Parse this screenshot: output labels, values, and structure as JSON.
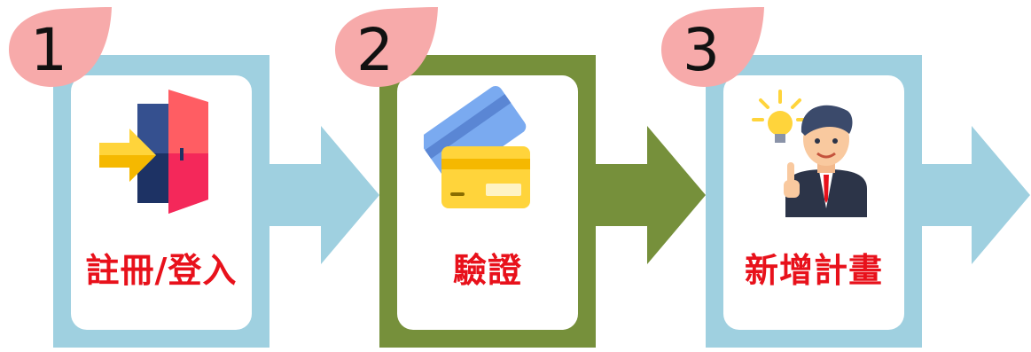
{
  "colors": {
    "frame_blue": "#9fd0e0",
    "frame_green": "#76903b",
    "badge_pink": "#f7aaaa",
    "label_red": "#e8111b",
    "arrow_blue": "#9fd0e0",
    "arrow_green": "#76903b"
  },
  "steps": [
    {
      "number": "1",
      "label": "註冊/登入",
      "icon": "door-enter-icon",
      "frame": "blue"
    },
    {
      "number": "2",
      "label": "驗證",
      "icon": "credit-card-icon",
      "frame": "green"
    },
    {
      "number": "3",
      "label": "新增計畫",
      "icon": "idea-person-icon",
      "frame": "blue"
    }
  ]
}
